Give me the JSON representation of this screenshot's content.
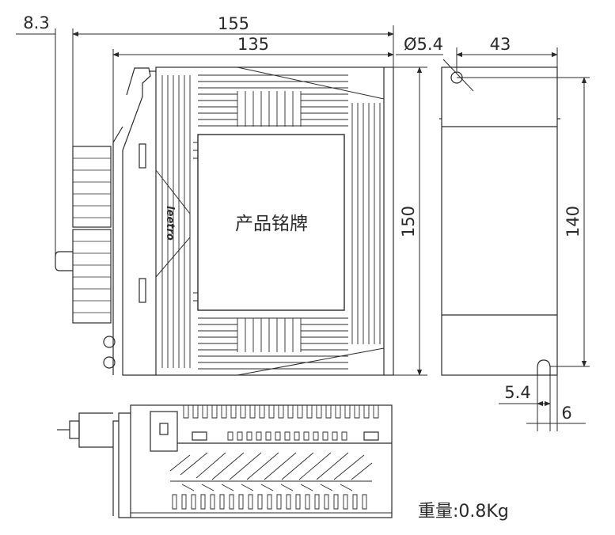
{
  "dimensions": {
    "offset_left": "8.3",
    "total_width": "155",
    "body_width": "135",
    "height": "150",
    "hole_diameter": "Ø5.4",
    "depth": "43",
    "hole_spacing": "140",
    "slot_width": "5.4",
    "slot_offset": "6"
  },
  "labels": {
    "nameplate": "产品铭牌",
    "brand": "leetro",
    "weight": "重量:0.8Kg"
  },
  "colors": {
    "line": "#2a2a2a",
    "background": "#ffffff"
  }
}
